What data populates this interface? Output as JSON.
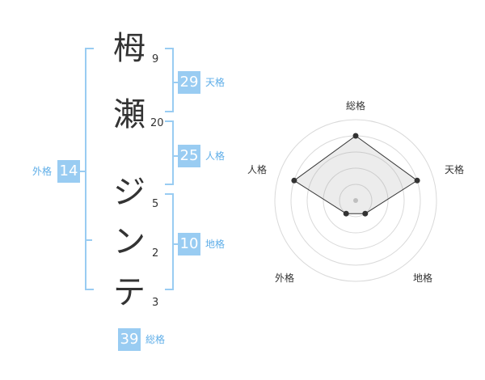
{
  "name": {
    "chars": [
      {
        "char": "栂",
        "strokes": "9"
      },
      {
        "char": "瀬",
        "strokes": "20"
      },
      {
        "char": "ジ",
        "strokes": "5"
      },
      {
        "char": "ン",
        "strokes": "2"
      },
      {
        "char": "テ",
        "strokes": "3"
      }
    ]
  },
  "kakusu": {
    "tenkaku": {
      "value": "29",
      "label": "天格"
    },
    "jinkaku": {
      "value": "25",
      "label": "人格"
    },
    "chikaku": {
      "value": "10",
      "label": "地格"
    },
    "gaikaku": {
      "value": "14",
      "label": "外格"
    },
    "soukaku": {
      "value": "39",
      "label": "総格"
    }
  },
  "colors": {
    "accent": "#99ccf2",
    "bracket": "#99ccf2",
    "label": "#5faee8"
  },
  "chart_data": {
    "type": "radar",
    "axes": [
      "総格",
      "天格",
      "地格",
      "外格",
      "人格"
    ],
    "max": 5,
    "values": [
      4,
      4,
      1,
      1,
      4
    ]
  }
}
